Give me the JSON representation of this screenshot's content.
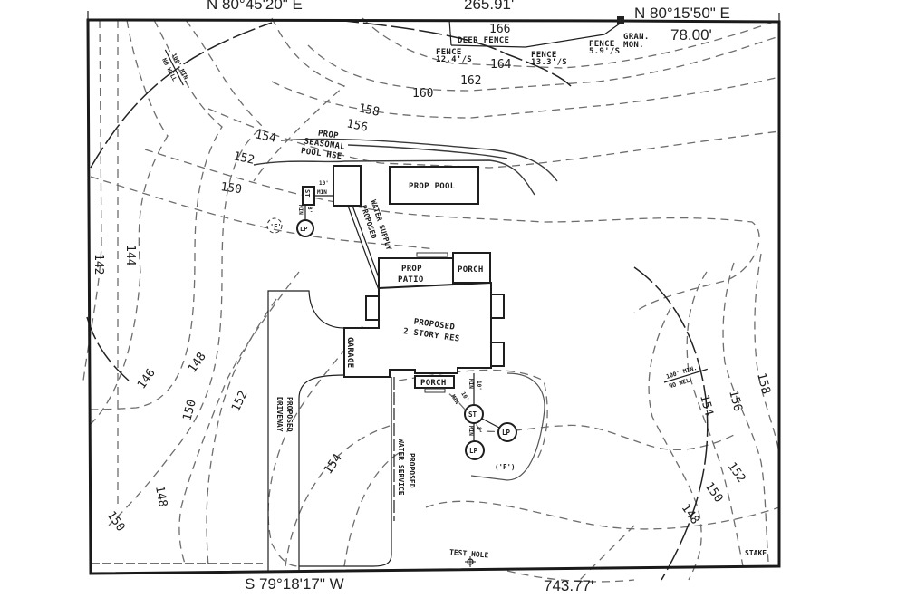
{
  "plan": {
    "bearings": {
      "top_left": "N 80°45'20\" E",
      "top_distance": "265.91'",
      "top_right": "N 80°15'50\" E",
      "right_distance": "78.00'",
      "bottom": "S 79°18'17\" W",
      "bottom_distance": "743.77'"
    },
    "fence": {
      "deer_fence": "DEER FENCE",
      "fence_a": "FENCE",
      "fence_a_height": "12.4'/S",
      "fence_b": "FENCE",
      "fence_b_height": "13.3'/S",
      "fence_c": "FENCE",
      "fence_c_height": "5.9'/S",
      "monument_line1": "GRAN.",
      "monument_line2": "MON."
    },
    "well_radius_labels": {
      "nw_line1": "100' MIN.",
      "nw_line2": "NO WELL",
      "se_line1": "100' MIN.",
      "se_line2": "NO WELL"
    },
    "structures": {
      "pool_house_line1": "PROP",
      "pool_house_line2": "SEASONAL",
      "pool_house_line3": "POOL HSE",
      "pool": "PROP POOL",
      "patio_line1": "PROP",
      "patio_line2": "PATIO",
      "porch_rear": "PORCH",
      "house_line1": "PROPOSED",
      "house_line2": "2 STORY RES",
      "garage": "GARAGE",
      "porch_front": "PORCH",
      "driveway_line1": "PROPOSED",
      "driveway_line2": "DRIVEWAY",
      "water_service_line1": "PROPOSED",
      "water_service_line2": "WATER SERVICE",
      "water_supply_line1": "PROPOSED",
      "water_supply_line2": "WATER SUPPLY"
    },
    "septic": {
      "north_st": "ST",
      "north_lp": "LP",
      "north_f": "'F'",
      "north_min_10": "10'",
      "north_min_10_b": "MIN",
      "north_min_8": "8'",
      "north_min_8_b": "MIN",
      "south_st": "ST",
      "south_lp1": "LP",
      "south_lp2": "LP",
      "south_f": "('F')",
      "south_min_10a": "10'",
      "south_min_10a_b": "MIN",
      "south_min_10b": "10'",
      "south_min_10b_b": "MIN",
      "south_min_8": "8'",
      "south_min_8_b": "MIN"
    },
    "markers": {
      "test_hole": "TEST HOLE",
      "stake": "STAKE"
    },
    "contours": {
      "c166": "166",
      "c164": "164",
      "c162": "162",
      "c160": "160",
      "c158_top": "158",
      "c156_top": "156",
      "c154_top": "154",
      "c152_top": "152",
      "c150_top": "150",
      "c142": "142",
      "c144": "144",
      "c146": "146",
      "c148_mid": "148",
      "c150_mid": "150",
      "c152_mid": "152",
      "c154_mid": "154",
      "c148_low": "148",
      "c150_low": "150",
      "c154_right": "154",
      "c156_right": "156",
      "c158_right": "158",
      "c152_right": "152",
      "c150_right": "150",
      "c148_right": "148"
    }
  }
}
